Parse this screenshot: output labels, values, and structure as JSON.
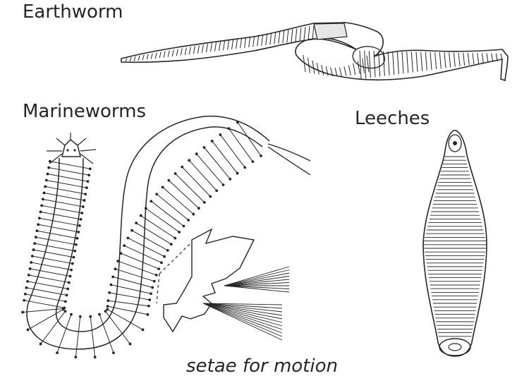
{
  "labels": {
    "earthworm": "Earthworm",
    "marineworms": "Marineworms",
    "leeches": "Leeches",
    "caption": "setae for motion"
  },
  "colors": {
    "ink": "#262626",
    "background": "#ffffff",
    "clitellum": "#e6e6e6"
  }
}
